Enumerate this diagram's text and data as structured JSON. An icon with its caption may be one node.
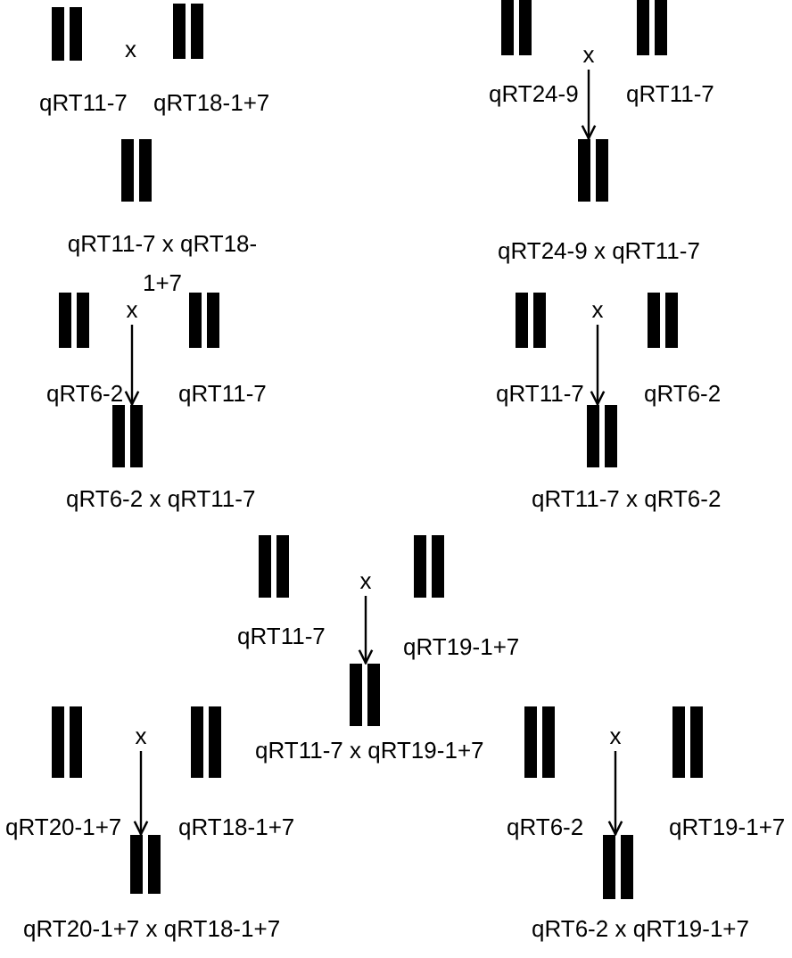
{
  "diagram": {
    "nodes": [
      {
        "text": [
          "qRT11-7"
        ]
      },
      {
        "text": [
          "qRT18-1+7"
        ]
      },
      {
        "text": [
          "qRT11-7 x qRT18- 1+7"
        ]
      },
      {
        "text": [
          "qRT24-9"
        ]
      },
      {
        "text": [
          "x"
        ]
      },
      {
        "text": [
          "qRT11-7"
        ]
      },
      {
        "text": [
          "qRT24-9 x qRT11-7"
        ]
      },
      {
        "text": [
          "qRT6-2"
        ]
      },
      {
        "text": [
          "x"
        ]
      },
      {
        "text": [
          "qRT11-7"
        ]
      },
      {
        "text": [
          "qRT6-2 x qRT11-7"
        ]
      },
      {
        "text": [
          "qRT11-7"
        ]
      },
      {
        "text": [
          "x"
        ]
      },
      {
        "text": [
          "qRT6-2"
        ]
      },
      {
        "text": [
          "qRT11-7 x qRT6-2"
        ]
      },
      {
        "text": [
          "qRT11-7"
        ]
      },
      {
        "text": [
          "x"
        ]
      },
      {
        "text": [
          "qRT19-1+7"
        ]
      },
      {
        "text": [
          "qRT11-7 x qRT19-1+7"
        ]
      },
      {
        "text": [
          "qRT20-1+7"
        ]
      },
      {
        "text": [
          "x"
        ]
      },
      {
        "text": [
          "qRT18-1+7"
        ]
      },
      {
        "text": [
          "qRT20-1+7 x qRT18-1+7"
        ]
      },
      {
        "text": [
          "qRT6-2"
        ]
      },
      {
        "text": [
          "x"
        ]
      },
      {
        "text": [
          "qRT19-1+7"
        ]
      },
      {
        "text": [
          "qRT6-2 x qRT19-1+7"
        ]
      }
    ],
    "edges": [
      {
        "from": 4,
        "to": 6,
        "arrow": "to"
      },
      {
        "from": 8,
        "to": 10,
        "arrow": "to"
      },
      {
        "from": 12,
        "to": 14,
        "arrow": "to"
      },
      {
        "from": 16,
        "to": 18,
        "arrow": "to"
      },
      {
        "from": 20,
        "to": 22,
        "arrow": "to"
      },
      {
        "from": 24,
        "to": 26,
        "arrow": "to"
      }
    ],
    "labels": [
      "x"
    ]
  }
}
